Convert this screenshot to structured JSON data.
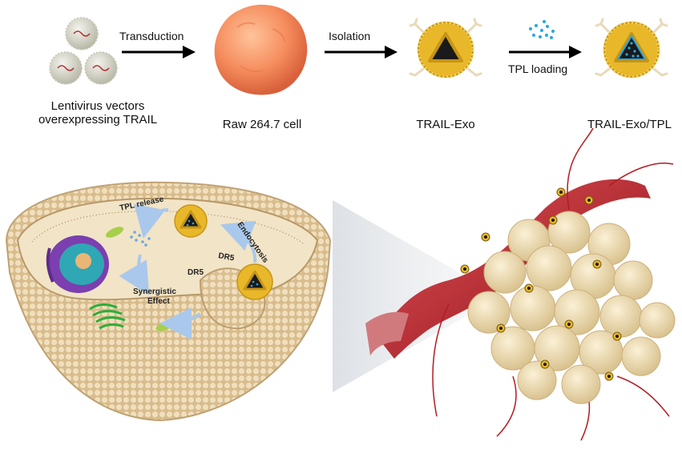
{
  "steps": {
    "lentivirus": {
      "label_line1": "Lentivirus vectors",
      "label_line2": "overexpressing TRAIL"
    },
    "cell": {
      "label": "Raw 264.7 cell"
    },
    "exo": {
      "label": "TRAIL-Exo"
    },
    "exo_tpl": {
      "label": "TRAIL-Exo/TPL"
    }
  },
  "arrows": {
    "transduction": "Transduction",
    "isolation": "Isolation",
    "tpl_loading": "TPL loading"
  },
  "cell_diagram": {
    "tpl_release": "TPL release",
    "endocytosis": "Endocytosis",
    "dr5_upper": "DR5",
    "dr5_lower": "DR5",
    "synergistic_line1": "Synergistic",
    "synergistic_line2": "Effect"
  },
  "colors": {
    "exo_shell": "#e8b82a",
    "exo_core": "#1a1a1a",
    "tpl_dots": "#2aa6e0",
    "membrane": "#e6cfa3",
    "vessel": "#c3232b",
    "tumor": "#ecdcb4",
    "cell_body": "#f28a5c",
    "arrow_blue": "#a9c8ec",
    "nucleus": "#7b3fb0",
    "er_green": "#2fae3b"
  }
}
